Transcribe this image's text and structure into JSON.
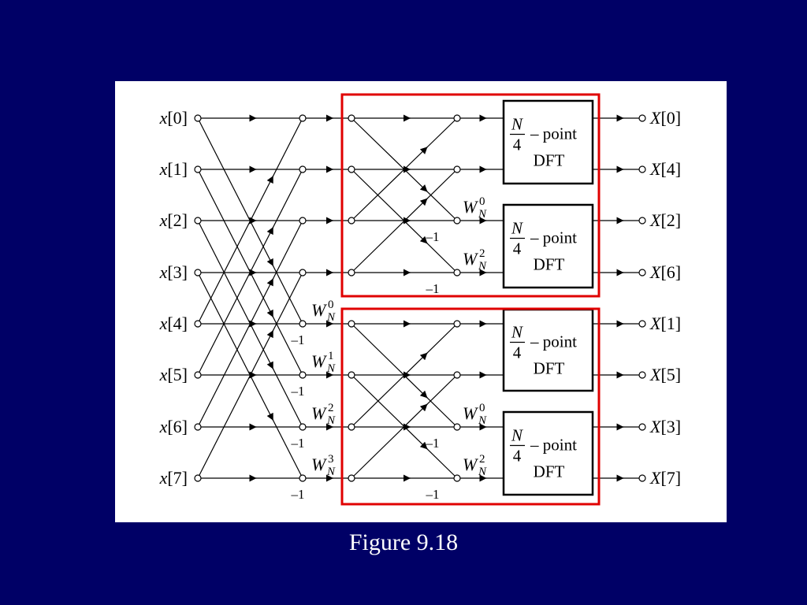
{
  "caption": "Figure 9.18",
  "colors": {
    "background": "#000066",
    "panel": "#ffffff",
    "highlight_box": "#e00000",
    "line": "#000000",
    "caption_text": "#ffffff"
  },
  "inputs": [
    "x[0]",
    "x[1]",
    "x[2]",
    "x[3]",
    "x[4]",
    "x[5]",
    "x[6]",
    "x[7]"
  ],
  "outputs": [
    "X[0]",
    "X[4]",
    "X[2]",
    "X[6]",
    "X[1]",
    "X[5]",
    "X[3]",
    "X[7]"
  ],
  "dft_block": {
    "numerator": "N",
    "denominator": "4",
    "suffix": "– point",
    "name": "DFT",
    "count": 4
  },
  "twiddles": {
    "symbol": "W",
    "subscript": "N",
    "stage1_exponents": [
      "0",
      "1",
      "2",
      "3"
    ],
    "stage2_exponents": [
      "0",
      "2",
      "0",
      "2"
    ]
  },
  "negation_label": "–1"
}
